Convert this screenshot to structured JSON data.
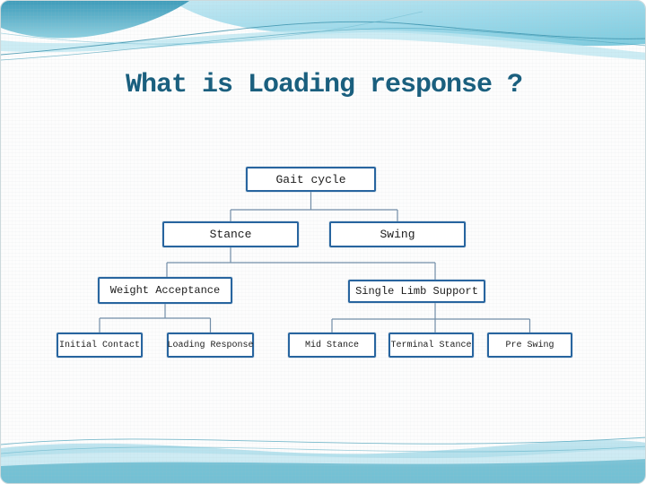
{
  "slide": {
    "title": "What is Loading response ?"
  },
  "diagram": {
    "type": "tree",
    "root": "Gait cycle",
    "nodes": [
      {
        "label": "Gait cycle",
        "parent": null,
        "level": 1
      },
      {
        "label": "Stance",
        "parent": "Gait cycle",
        "level": 2
      },
      {
        "label": "Swing",
        "parent": "Gait cycle",
        "level": 2
      },
      {
        "label": "Weight Acceptance",
        "parent": "Stance",
        "level": 3
      },
      {
        "label": "Single Limb Support",
        "parent": "Stance",
        "level": 3
      },
      {
        "label": "Initial Contact",
        "parent": "Weight Acceptance",
        "level": 4
      },
      {
        "label": "Loading Response",
        "parent": "Weight Acceptance",
        "level": 4
      },
      {
        "label": "Mid Stance",
        "parent": "Single Limb Support",
        "level": 4
      },
      {
        "label": "Terminal Stance",
        "parent": "Single Limb Support",
        "level": 4
      },
      {
        "label": "Pre Swing",
        "parent": "Single Limb Support",
        "level": 4
      }
    ]
  },
  "colors": {
    "title_text": "#1a5f7e",
    "box_border": "#28659f",
    "box_fill": "#ffffff",
    "box_text": "#1c1c1c",
    "connector": "#64829f",
    "wave_teal": "#4aa9c4",
    "wave_light_cyan": "#aadeed"
  }
}
